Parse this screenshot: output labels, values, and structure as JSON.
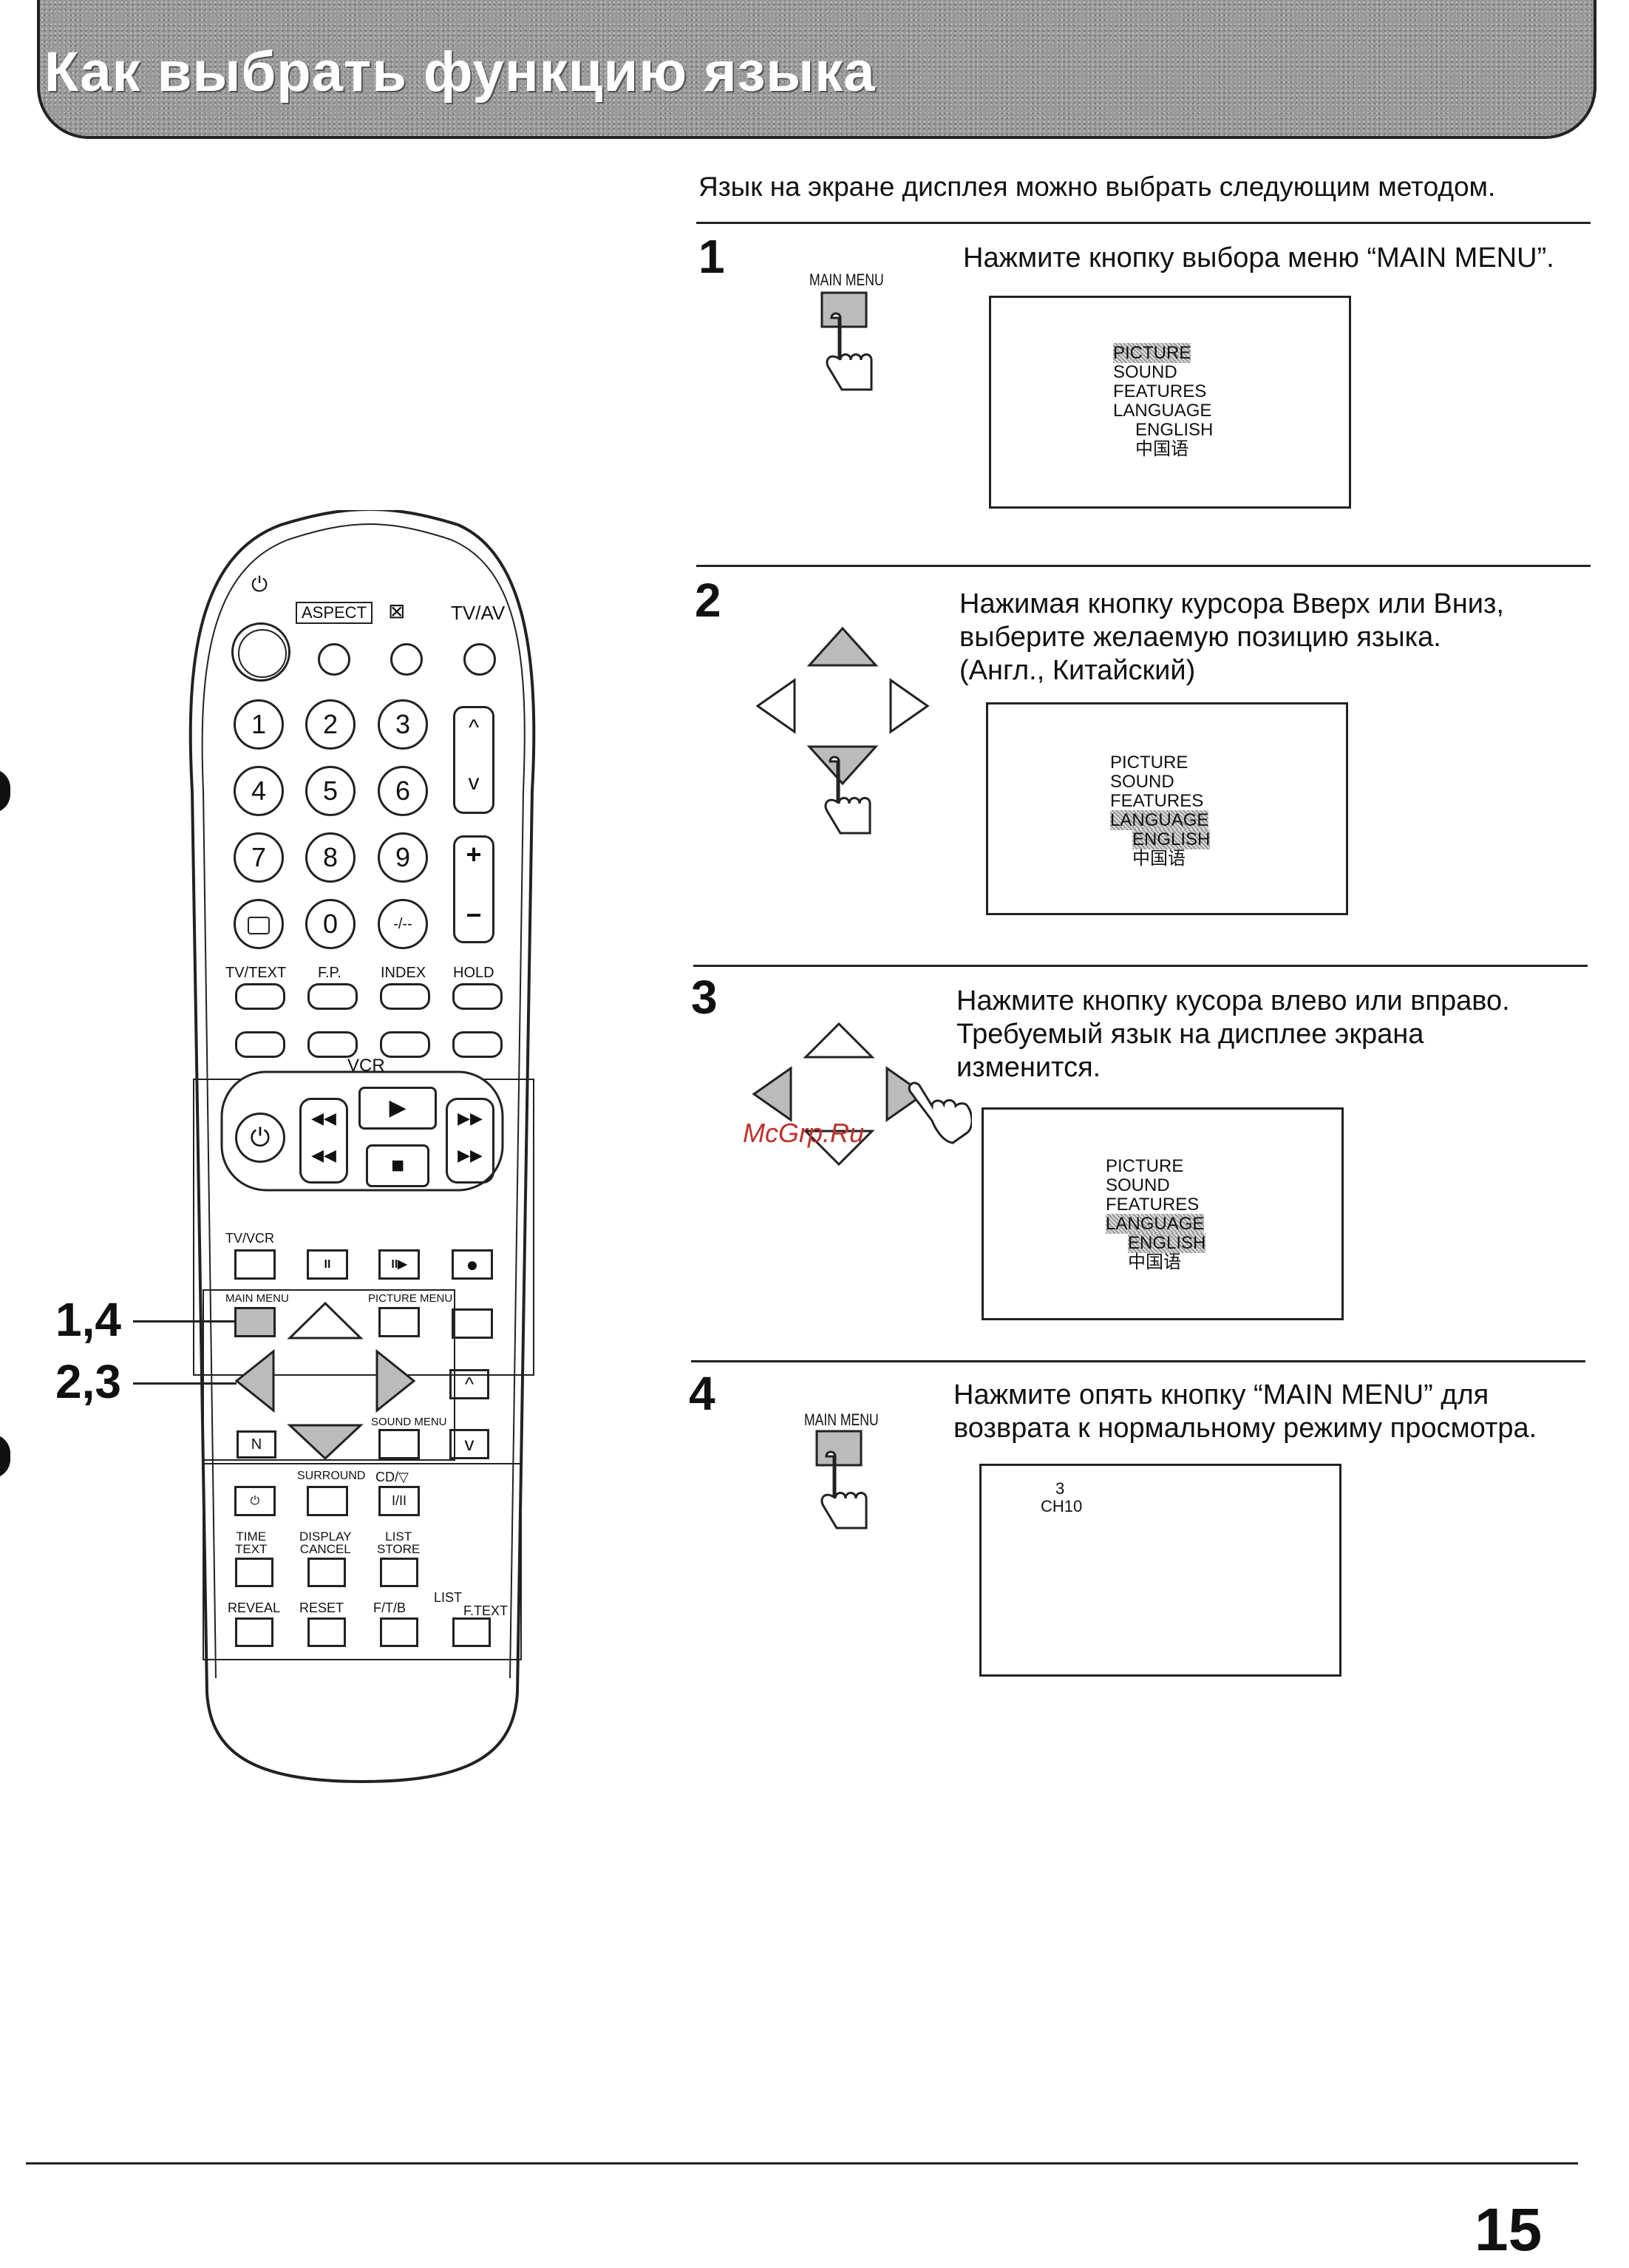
{
  "header": {
    "title": "Как выбрать функцию языка"
  },
  "intro": "Язык на экране дисплея можно выбрать следующим методом.",
  "steps": [
    {
      "num": "1",
      "text": "Нажмите кнопку выбора меню “MAIN MENU”.",
      "button_label": "MAIN MENU"
    },
    {
      "num": "2",
      "text_lines": [
        "Нажимая кнопку курсора Вверх или Вниз,",
        "выберите желаемую позицию языка.",
        "(Англ., Китайский)"
      ]
    },
    {
      "num": "3",
      "text_lines": [
        "Нажмите кнопку кусора влево или вправо.",
        "Требуемый язык на дисплее экрана",
        "изменится."
      ]
    },
    {
      "num": "4",
      "text_lines": [
        "Нажмите опять кнопку “MAIN MENU” для",
        "возврата к нормальному режиму просмотра."
      ],
      "button_label": "MAIN MENU"
    }
  ],
  "menu": [
    "PICTURE",
    "SOUND",
    "FEATURES",
    "LANGUAGE",
    "ENGLISH",
    "中国语"
  ],
  "normal_screen": {
    "channel": "3",
    "label": "CH10"
  },
  "remote": {
    "power": "⏻",
    "aspect": "ASPECT",
    "mute": "⊠",
    "tvav": "TV/AV",
    "digits": [
      "1",
      "2",
      "3",
      "4",
      "5",
      "6",
      "7",
      "8",
      "9",
      "0",
      "-/--"
    ],
    "ch_up": "^",
    "ch_down": "v",
    "vol_plus": "+",
    "vol_minus": "−",
    "row_labels": [
      "TV/TEXT",
      "F.P.",
      "INDEX",
      "HOLD"
    ],
    "vcr": "VCR",
    "tvvcr": "TV/VCR",
    "main_menu": "MAIN MENU",
    "picture_menu": "PICTURE MENU",
    "sound_menu": "SOUND MENU",
    "n": "N",
    "surround": "SURROUND",
    "cd": "CD/▽",
    "dual": "I/II",
    "time_text": [
      "TIME",
      "TEXT"
    ],
    "display_cancel": [
      "DISPLAY",
      "CANCEL"
    ],
    "list_store": [
      "LIST",
      "STORE"
    ],
    "reveal": "REVEAL",
    "reset": "RESET",
    "ftb": "F/T/B",
    "list_ftext": [
      "LIST",
      "F.TEXT"
    ]
  },
  "callouts": [
    "1,4",
    "2,3"
  ],
  "watermark": "McGrp.Ru",
  "page_number": "15"
}
